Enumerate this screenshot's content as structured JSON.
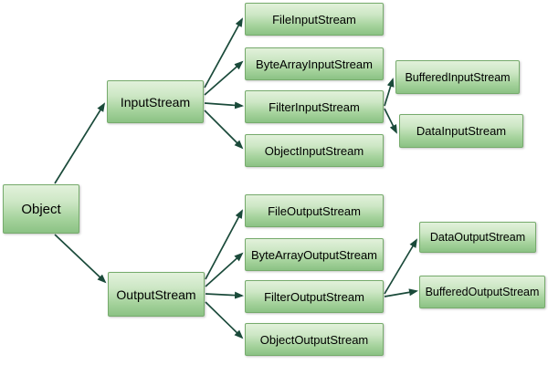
{
  "diagram": {
    "background": "#ffffff",
    "colors": {
      "box_gradient_top": "#e2f1db",
      "box_gradient_bottom": "#8bc284",
      "box_border": "#76ab6c",
      "arrow": "#1a4a3a",
      "text": "#000000"
    },
    "nodes": {
      "object": {
        "label": "Object"
      },
      "input_stream": {
        "label": "InputStream"
      },
      "output_stream": {
        "label": "OutputStream"
      },
      "file_input_stream": {
        "label": "FileInputStream"
      },
      "byte_array_input_stream": {
        "label": "ByteArrayInputStream"
      },
      "filter_input_stream": {
        "label": "FilterInputStream"
      },
      "object_input_stream": {
        "label": "ObjectInputStream"
      },
      "buffered_input_stream": {
        "label": "BufferedInputStream"
      },
      "data_input_stream": {
        "label": "DataInputStream"
      },
      "file_output_stream": {
        "label": "FileOutputStream"
      },
      "byte_array_output_stream": {
        "label": "ByteArrayOutputStream"
      },
      "filter_output_stream": {
        "label": "FilterOutputStream"
      },
      "object_output_stream": {
        "label": "ObjectOutputStream"
      },
      "data_output_stream": {
        "label": "DataOutputStream"
      },
      "buffered_output_stream": {
        "label": "BufferedOutputStream"
      }
    },
    "edges": [
      {
        "from": "Object",
        "to": "InputStream"
      },
      {
        "from": "Object",
        "to": "OutputStream"
      },
      {
        "from": "InputStream",
        "to": "FileInputStream"
      },
      {
        "from": "InputStream",
        "to": "ByteArrayInputStream"
      },
      {
        "from": "InputStream",
        "to": "FilterInputStream"
      },
      {
        "from": "InputStream",
        "to": "ObjectInputStream"
      },
      {
        "from": "FilterInputStream",
        "to": "BufferedInputStream"
      },
      {
        "from": "FilterInputStream",
        "to": "DataInputStream"
      },
      {
        "from": "OutputStream",
        "to": "FileOutputStream"
      },
      {
        "from": "OutputStream",
        "to": "ByteArrayOutputStream"
      },
      {
        "from": "OutputStream",
        "to": "FilterOutputStream"
      },
      {
        "from": "OutputStream",
        "to": "ObjectOutputStream"
      },
      {
        "from": "FilterOutputStream",
        "to": "DataOutputStream"
      },
      {
        "from": "FilterOutputStream",
        "to": "BufferedOutputStream"
      }
    ]
  }
}
